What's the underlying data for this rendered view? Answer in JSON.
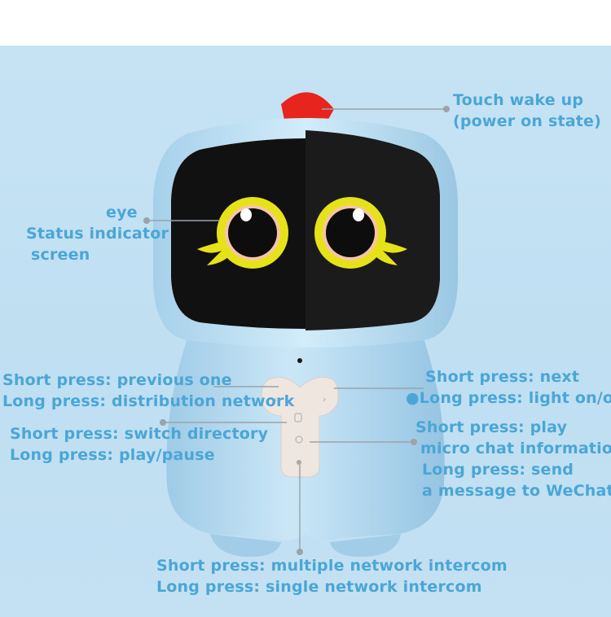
{
  "annotations": {
    "touch": [
      "Touch wake up",
      "(power on state)"
    ],
    "eye": [
      "eye",
      "Status indicator",
      "screen"
    ],
    "prev": [
      "Short press: previous one",
      "Long press: distribution network"
    ],
    "next": [
      "Short press: next",
      "●Long press: light on/off"
    ],
    "dir": [
      "Short press: switch directory",
      "Long press: play/pause"
    ],
    "play": [
      "Short press: play",
      "micro chat information",
      "Long press: send",
      "a message to WeChat"
    ],
    "intercom": [
      "Short press: multiple network intercom",
      "Long press: single network intercom"
    ]
  },
  "colors": {
    "label": "#4aa6d6",
    "robot_body": "#b5daf0",
    "comb": "#e8241f",
    "eye_ring": "#e6e21a"
  },
  "icons": [
    "comb-crest",
    "eye-screen",
    "remote-pad"
  ]
}
